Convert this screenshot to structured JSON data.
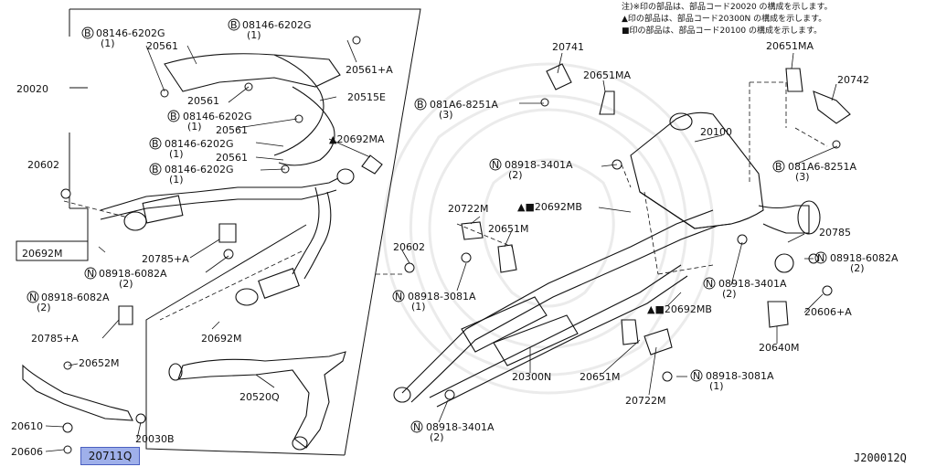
{
  "notes": [
    "注)※印の部品は、部品コード20020  の構成を示します。",
    "▲印の部品は、部品コード20300N の構成を示します。",
    "■印の部品は、部品コード20100  の構成を示します。"
  ],
  "diagram_code": "J200012Q",
  "highlighted_part": "20711Q",
  "labels": {
    "p20020": "20020",
    "b1": "08146-6202G",
    "b1q": "(1)",
    "p20561a": "20561",
    "b2": "08146-6202G",
    "b2q": "(1)",
    "p20561pa": "20561+A",
    "p20515e": "20515E",
    "p20561b": "20561",
    "b3": "08146-6202G",
    "b3q": "(1)",
    "p20561c": "20561",
    "b4": "08146-6202G",
    "b4q": "(1)",
    "p20561d": "20561",
    "b5": "08146-6202G",
    "b5q": "(1)",
    "p20692ma_a": "▲20692MA",
    "p20602a": "20602",
    "p20692m_a": "20692M",
    "p20785pa_a": "20785+A",
    "n1": "08918-6082A",
    "n1q": "(2)",
    "n2": "08918-6082A",
    "n2q": "(2)",
    "p20785pa_b": "20785+A",
    "p20692m_b": "20692M",
    "p20652m": "20652M",
    "p20610": "20610",
    "p20030b": "20030B",
    "p20606": "20606",
    "p20520q": "20520Q",
    "p20602b": "20602",
    "p20741": "20741",
    "p20651ma_a": "20651MA",
    "p20651ma_b": "20651MA",
    "p20742": "20742",
    "b6": "081A6-8251A",
    "b6q": "(3)",
    "p20100": "20100",
    "n3": "08918-3401A",
    "n3q": "(2)",
    "b7": "081A6-8251A",
    "b7q": "(3)",
    "p20722m_a": "20722M",
    "p20692mb_a": "▲■20692MB",
    "p20651m_a": "20651M",
    "p20785": "20785",
    "n4": "08918-6082A",
    "n4q": "(2)",
    "n5": "08918-3081A",
    "n5q": "(1)",
    "n6": "08918-3401A",
    "n6q": "(2)",
    "p20606pa": "20606+A",
    "p20692mb_b": "▲■20692MB",
    "p20640m": "20640M",
    "p20300n": "20300N",
    "p20651m_b": "20651M",
    "n7": "08918-3081A",
    "n7q": "(1)",
    "p20722m_b": "20722M",
    "n8": "08918-3401A",
    "n8q": "(2)"
  }
}
